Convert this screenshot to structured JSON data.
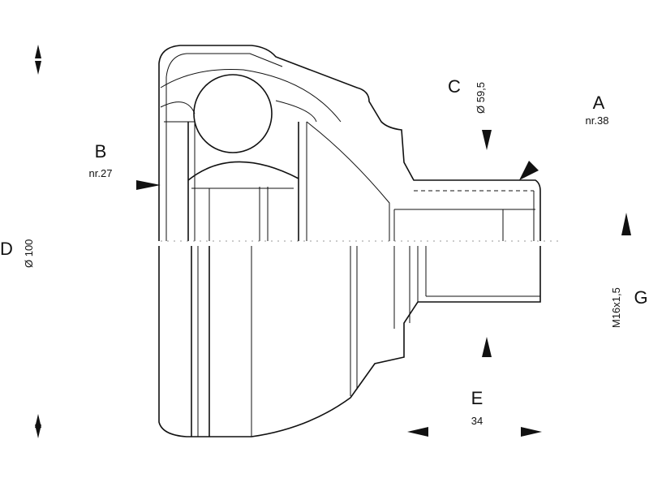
{
  "labels": {
    "A": {
      "letter": "A",
      "value": "nr.38"
    },
    "B": {
      "letter": "B",
      "value": "nr.27"
    },
    "C": {
      "letter": "C",
      "value": "Ø 59,5"
    },
    "D": {
      "letter": "D",
      "value": "Ø 100"
    },
    "E": {
      "letter": "E",
      "value": "34"
    },
    "G": {
      "letter": "G",
      "value": "M16x1,5"
    }
  }
}
